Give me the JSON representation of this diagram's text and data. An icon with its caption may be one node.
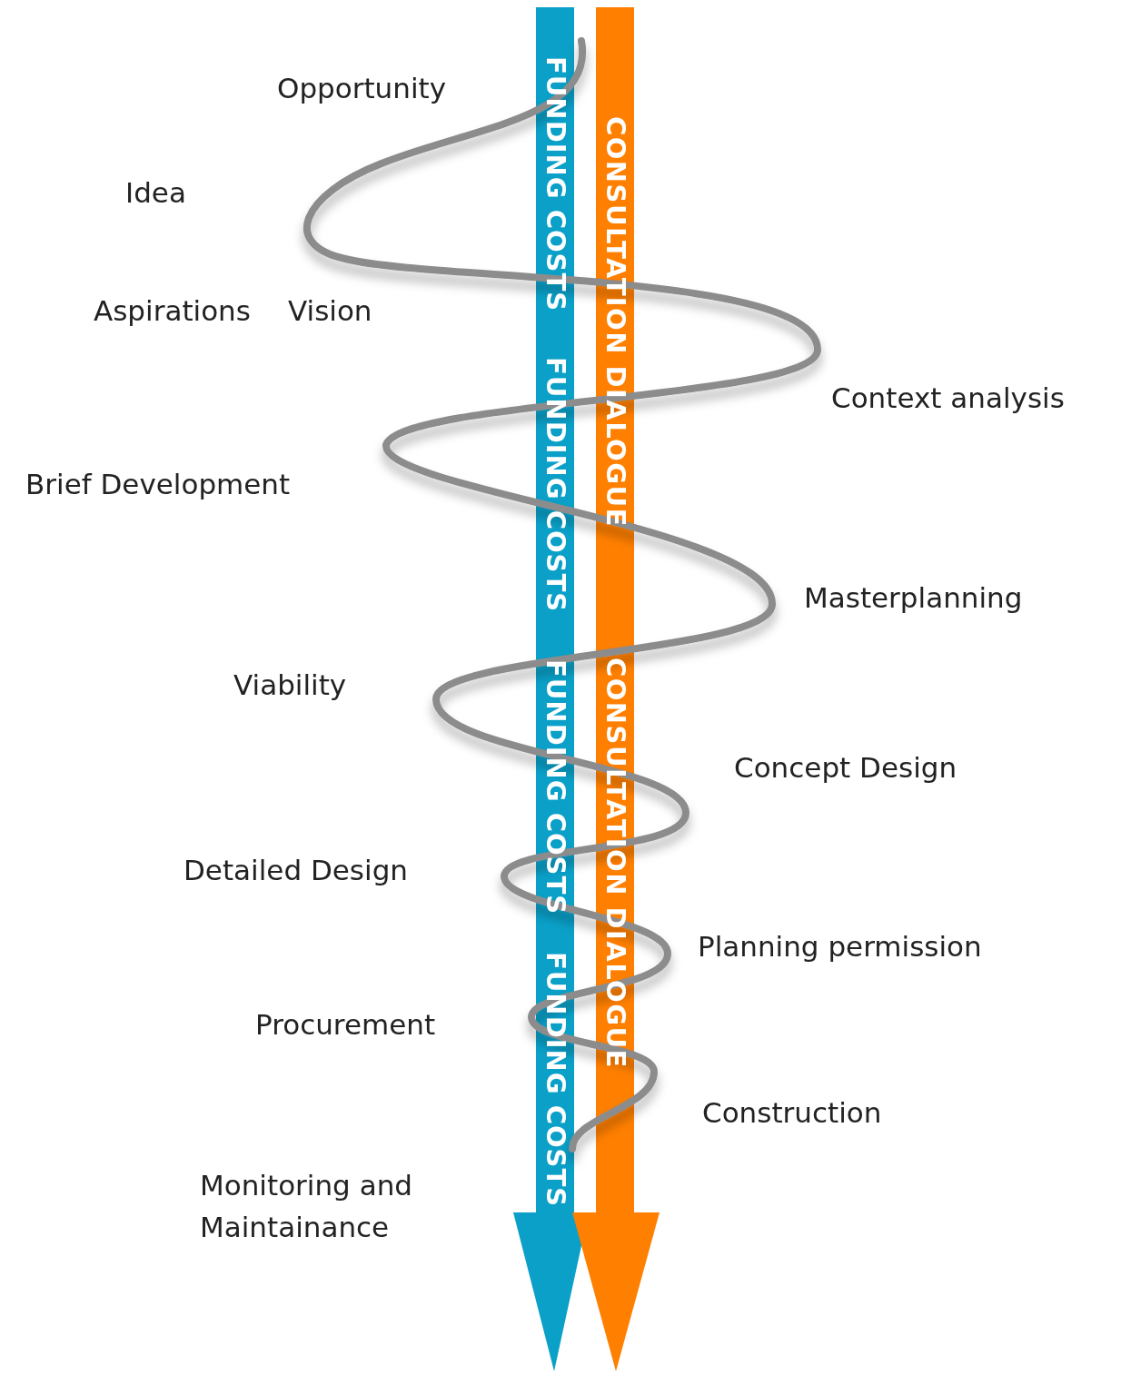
{
  "diagram": {
    "nodes": [
      {
        "text": [
          "FUNDING COSTS",
          "FUNDING COSTS",
          "FUNDING COSTS",
          "FUNDING COSTS"
        ]
      },
      {
        "text": [
          "CONSULTATION DIALOGUE",
          "CONSULTATION DIALOGUE"
        ]
      }
    ],
    "labels": [
      "Opportunity",
      "Idea",
      "Aspirations",
      "Vision",
      "Context analysis",
      "Brief Development",
      "Masterplanning",
      "Viability",
      "Concept Design",
      "Detailed Design",
      "Planning permission",
      "Procurement",
      "Construction",
      "Monitoring and Maintainance"
    ]
  }
}
